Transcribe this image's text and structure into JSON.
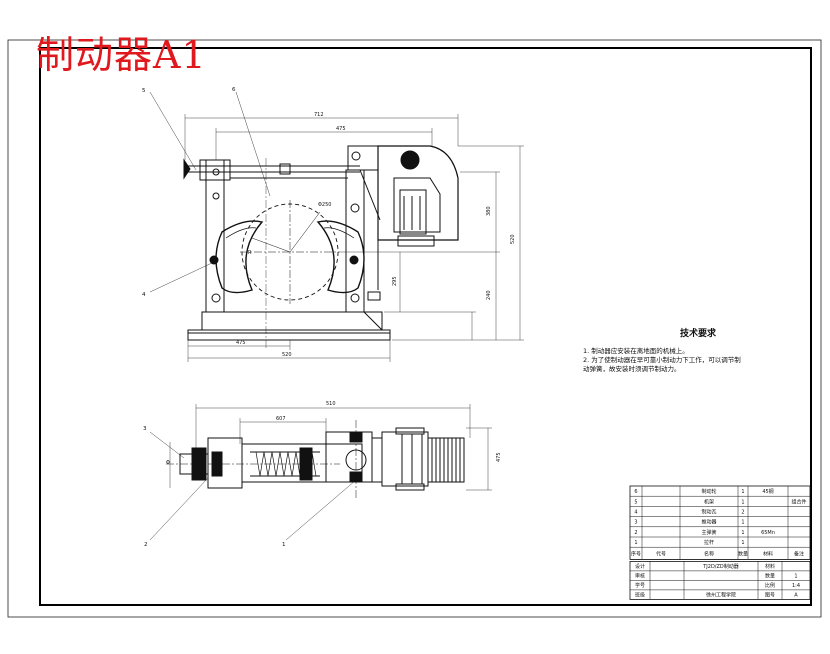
{
  "drawing": {
    "title": "制动器A1",
    "tech_requirements": {
      "heading": "技术要求",
      "lines": [
        "1. 制动器应安装在离地面的机械上。",
        "2. 为了使制动器在早可靠小制动力下工作，可以调节制",
        "动弹簧，故安装时须调节制动力。"
      ]
    },
    "front_view": {
      "dimensions": {
        "total_width": "712",
        "upper_width": "475",
        "bottom_width": "475",
        "base_width": "520",
        "diameter": "Φ250",
        "height_right": "520",
        "height_mid": "380",
        "height_lower": "240",
        "height_small": "295",
        "radius": "R"
      },
      "balloons": [
        "5",
        "6",
        "4"
      ]
    },
    "top_view": {
      "dimensions": {
        "overall": "510",
        "inner": "607",
        "height": "475",
        "left": "Φ"
      },
      "balloons": [
        "3",
        "2",
        "1"
      ]
    },
    "bom": {
      "headers": [
        "序号",
        "代号",
        "名称",
        "数量",
        "材料",
        "备注"
      ],
      "rows": [
        [
          "6",
          "",
          "制动轮",
          "1",
          "45钢",
          ""
        ],
        [
          "5",
          "",
          "机架",
          "1",
          "",
          "组合件"
        ],
        [
          "4",
          "",
          "制动瓦",
          "2",
          "",
          ""
        ],
        [
          "3",
          "",
          "推动器",
          "1",
          "",
          ""
        ],
        [
          "2",
          "",
          "主弹簧",
          "1",
          "65Mn",
          ""
        ],
        [
          "1",
          "",
          "拉杆",
          "1",
          "",
          ""
        ]
      ]
    },
    "title_block": {
      "rows": [
        [
          "设计",
          "",
          "TJ2D/ZD制动器",
          "材料",
          ""
        ],
        [
          "审核",
          "",
          "",
          "数量",
          "1"
        ],
        [
          "学号",
          "",
          "",
          "比例",
          "1:4"
        ],
        [
          "班级",
          "",
          "徐州工程学院",
          "图号",
          "A"
        ]
      ]
    }
  }
}
